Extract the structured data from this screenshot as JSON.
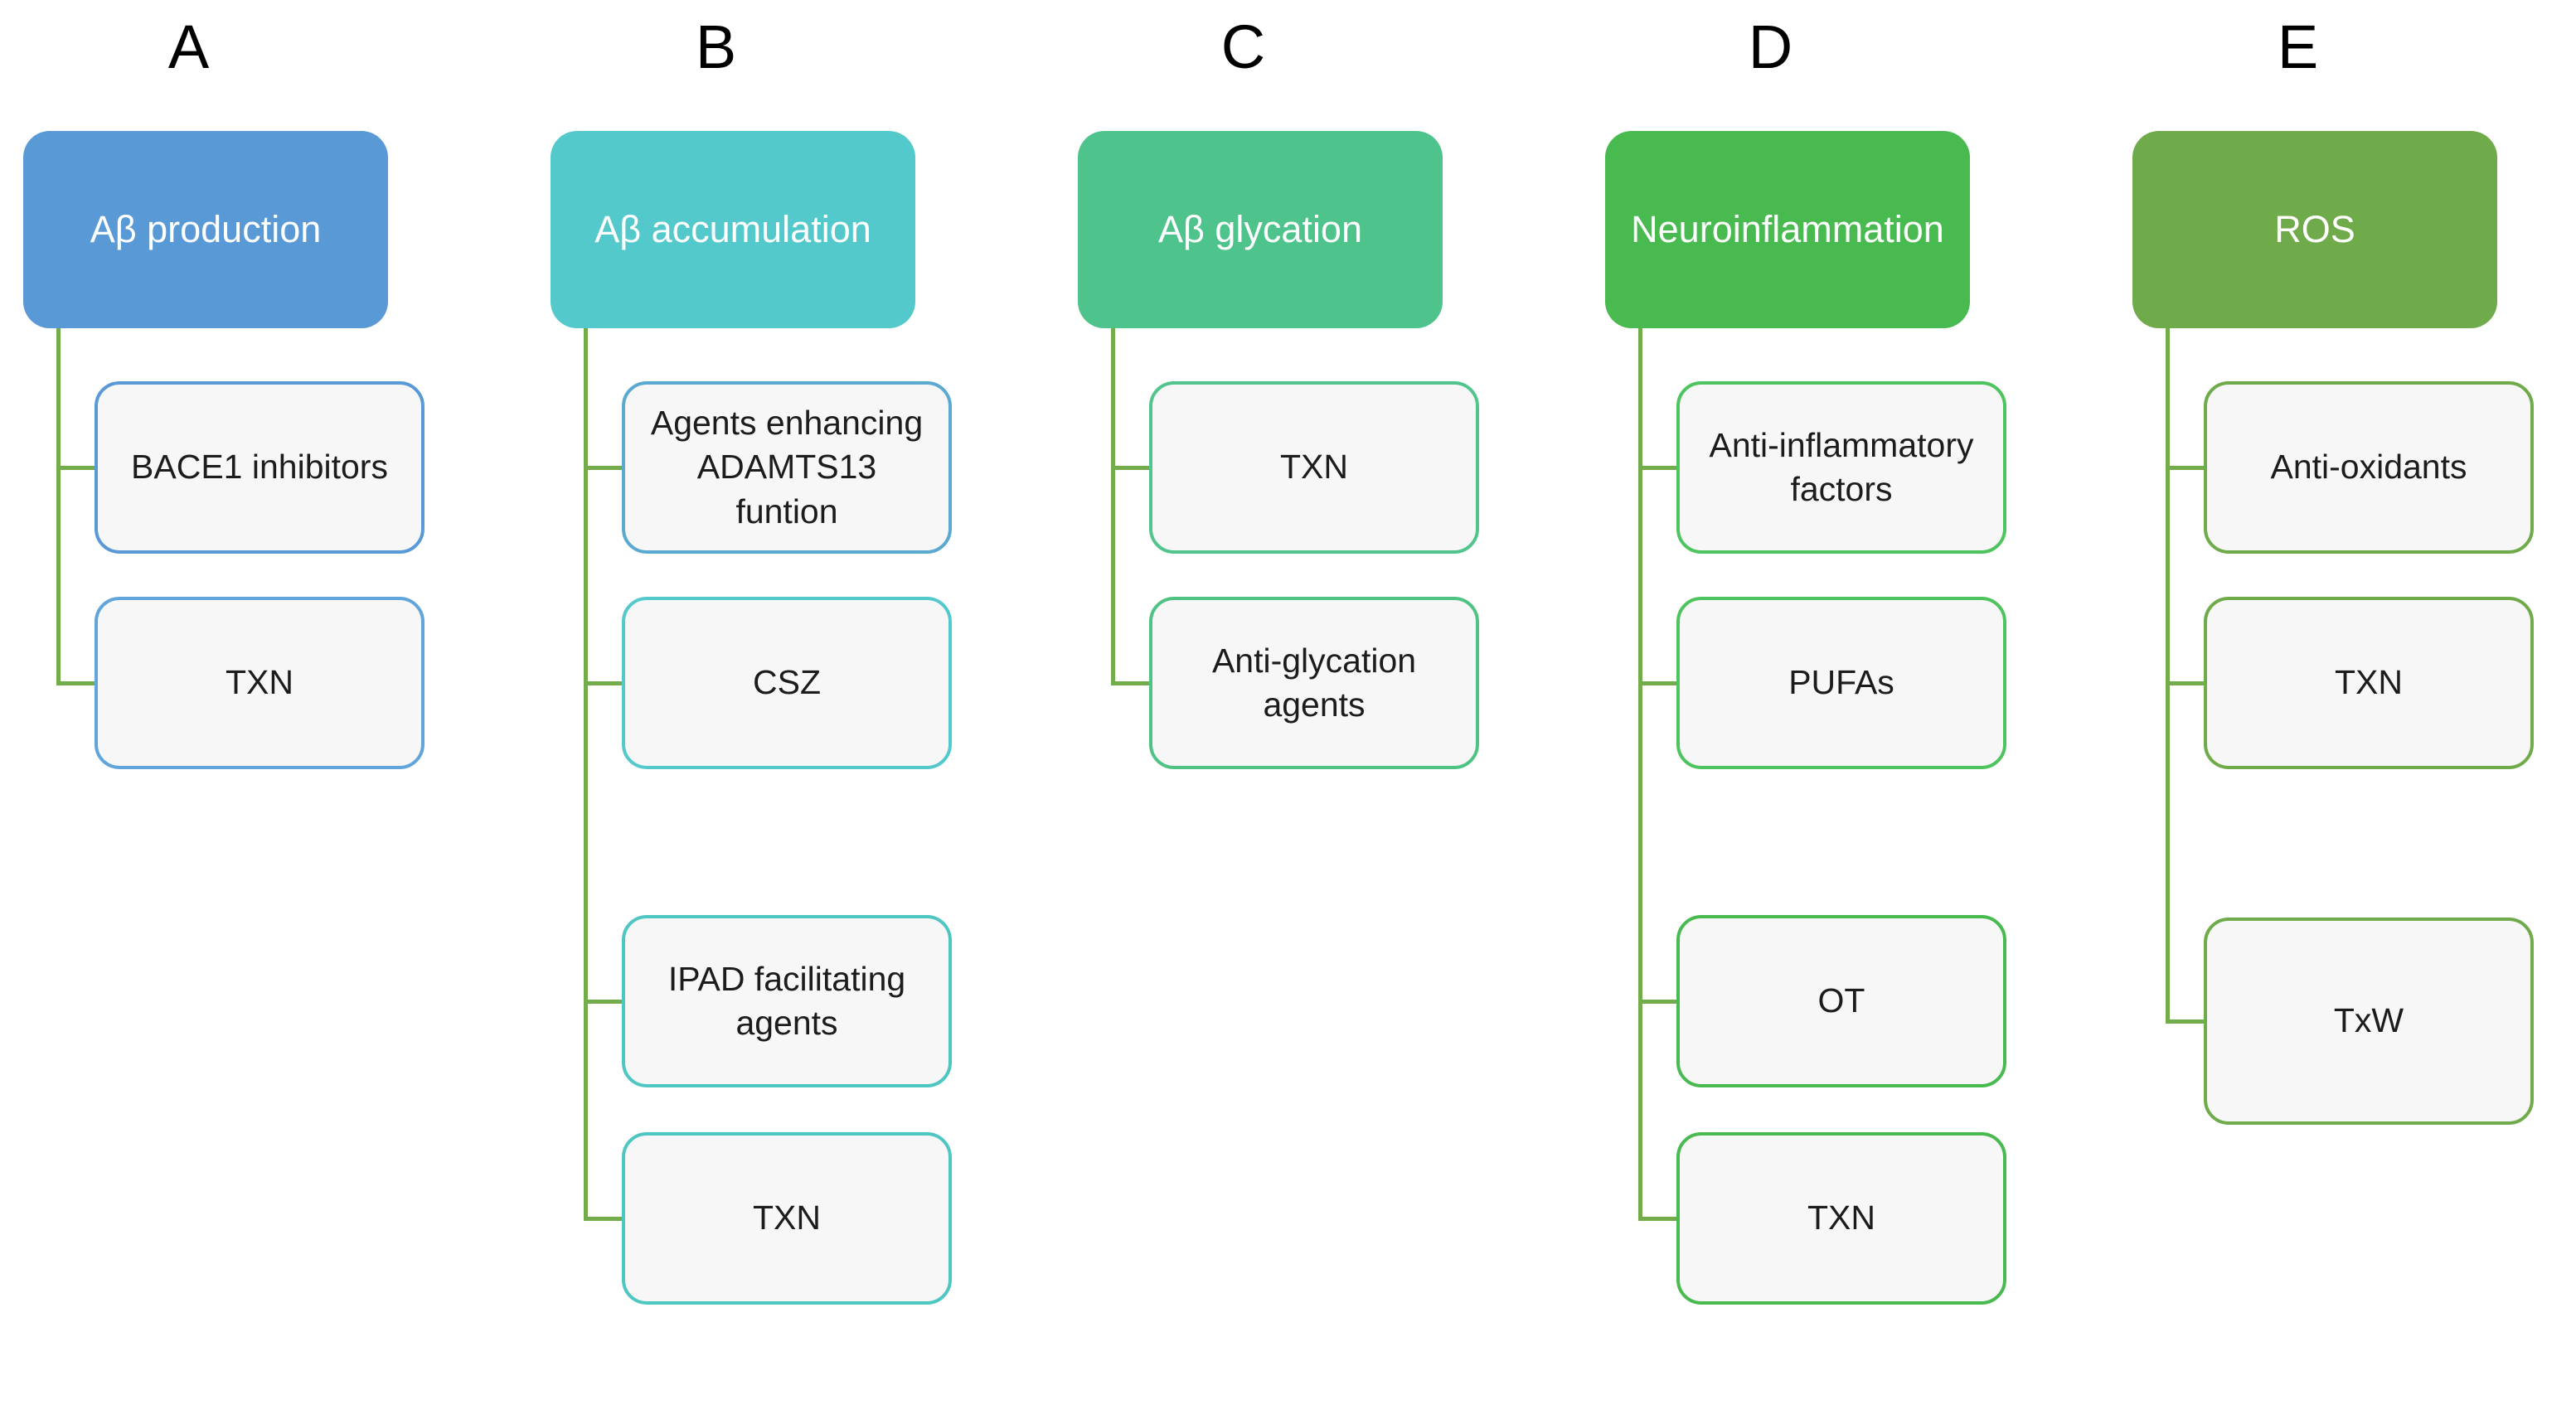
{
  "diagram": {
    "background_color": "#ffffff",
    "connector_color": "#74ac4c",
    "child_fill_color": "#f7f7f7",
    "child_text_color": "#1c1c1c",
    "letter_text_color": "#000000",
    "columns": [
      {
        "letter": "A",
        "header": {
          "label": "Aβ production",
          "fill": "#599ad6",
          "text_color": "#ffffff"
        },
        "children": [
          {
            "label": "BACE1 inhibitors",
            "border_color": "#599ad6",
            "row": 0
          },
          {
            "label": "TXN",
            "border_color": "#61a5da",
            "row": 1
          }
        ]
      },
      {
        "letter": "B",
        "header": {
          "label": "Aβ accumulation",
          "fill": "#54c9cc",
          "text_color": "#ffffff"
        },
        "children": [
          {
            "label": "Agents enhancing ADAMTS13 funtion",
            "border_color": "#5ba8d0",
            "row": 0
          },
          {
            "label": "CSZ",
            "border_color": "#54c9cc",
            "row": 1
          },
          {
            "label": "IPAD facilitating agents",
            "border_color": "#4ec6c2",
            "row": 2
          },
          {
            "label": "TXN",
            "border_color": "#4ec6c2",
            "row": 3
          }
        ]
      },
      {
        "letter": "C",
        "header": {
          "label": "Aβ glycation",
          "fill": "#4fc38c",
          "text_color": "#ffffff"
        },
        "children": [
          {
            "label": "TXN",
            "border_color": "#52c48e",
            "row": 0
          },
          {
            "label": "Anti-glycation agents",
            "border_color": "#4fc383",
            "row": 1
          }
        ]
      },
      {
        "letter": "D",
        "header": {
          "label": "Neuroinflammation",
          "fill": "#48ba4f",
          "text_color": "#ffffff"
        },
        "children": [
          {
            "label": "Anti-inflammatory factors",
            "border_color": "#4ec45e",
            "row": 0
          },
          {
            "label": "PUFAs",
            "border_color": "#4ec45e",
            "row": 1
          },
          {
            "label": "OT",
            "border_color": "#48ba4f",
            "row": 2
          },
          {
            "label": "TXN",
            "border_color": "#48ba4f",
            "row": 3
          }
        ]
      },
      {
        "letter": "E",
        "header": {
          "label": "ROS",
          "fill": "#6fab4a",
          "text_color": "#ffffff"
        },
        "children": [
          {
            "label": "Anti-oxidants",
            "border_color": "#6fab4a",
            "row": 0
          },
          {
            "label": "TXN",
            "border_color": "#6fab4a",
            "row": 1
          },
          {
            "label": "TxW",
            "border_color": "#6fab4a",
            "row": 2,
            "tall": true
          }
        ]
      }
    ]
  }
}
